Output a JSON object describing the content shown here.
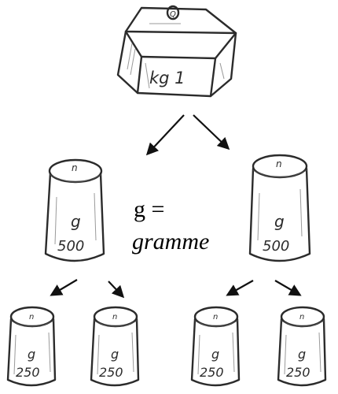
{
  "kilogram_weight": {
    "label": "kg 1",
    "knob": "Q"
  },
  "gram_500_weights": [
    {
      "unit": "g",
      "value": "500",
      "knob": "n"
    },
    {
      "unit": "g",
      "value": "500",
      "knob": "n"
    }
  ],
  "gram_250_weights": [
    {
      "unit": "g",
      "value": "250",
      "knob": "n"
    },
    {
      "unit": "g",
      "value": "250",
      "knob": "n"
    },
    {
      "unit": "g",
      "value": "250",
      "knob": "n"
    },
    {
      "unit": "g",
      "value": "250",
      "knob": "n"
    }
  ],
  "legend": {
    "symbol": "g =",
    "meaning": "gramme"
  }
}
